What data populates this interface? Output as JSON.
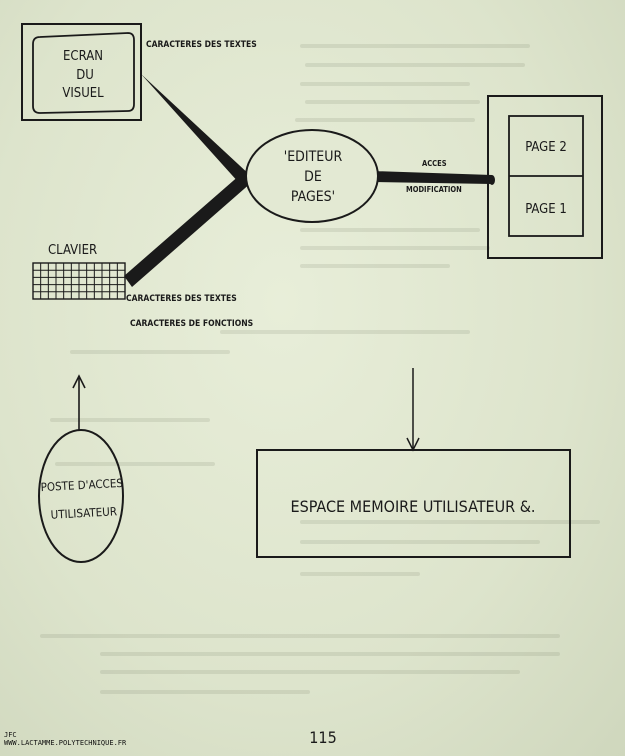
{
  "diagram": {
    "screen": {
      "lines": [
        "ECRAN",
        "DU",
        "VISUEL"
      ]
    },
    "screen_link_label": "CARACTERES DES TEXTES",
    "editor": {
      "lines": [
        "'EDITEUR",
        "DE",
        "PAGES'"
      ]
    },
    "editor_link_labels": [
      "ACCES",
      "MODIFICATION"
    ],
    "pages": [
      "PAGE 2",
      "PAGE 1"
    ],
    "keyboard": {
      "label": "CLAVIER"
    },
    "keyboard_link_labels": [
      "CARACTERES DES TEXTES",
      "CARACTERES DE FONCTIONS"
    ],
    "access_post": {
      "lines": [
        "POSTE D'ACCES",
        "UTILISATEUR"
      ]
    },
    "memory": {
      "label": "ESPACE MEMOIRE UTILISATEUR &."
    }
  },
  "page_number": "115",
  "footer": {
    "lines": [
      "JFC",
      "WWW.LACTAMME.POLYTECHNIQUE.FR"
    ]
  }
}
